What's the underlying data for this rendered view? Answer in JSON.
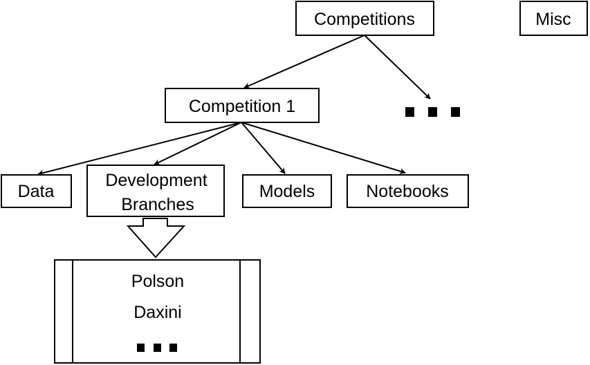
{
  "nodes": {
    "competitions": "Competitions",
    "misc": "Misc",
    "competition_1": "Competition 1",
    "data": "Data",
    "development_branches_line1": "Development",
    "development_branches_line2": "Branches",
    "models": "Models",
    "notebooks": "Notebooks"
  },
  "branch_list": {
    "items": [
      "Polson",
      "Daxini"
    ]
  },
  "colors": {
    "stroke": "#000000",
    "fill": "#ffffff"
  }
}
